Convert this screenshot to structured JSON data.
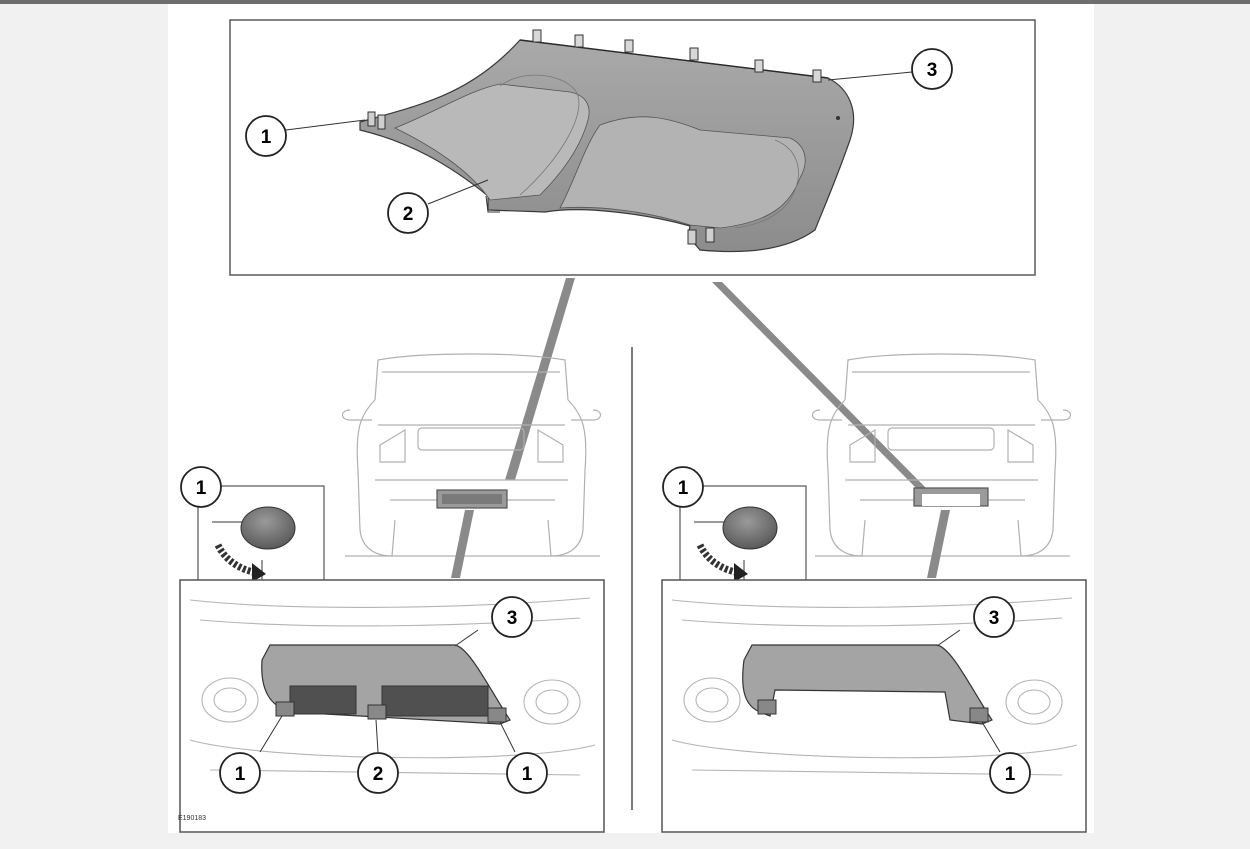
{
  "figure": {
    "id": "E190183"
  },
  "callouts": {
    "c1": "1",
    "c2": "2",
    "c3": "3"
  },
  "colors": {
    "panel_fill": "#9c9c9c",
    "panel_dark": "#6f6f6f",
    "panel_light": "#b4b4b4",
    "line": "#3a3a3a",
    "light_line": "#a8a8a8"
  }
}
